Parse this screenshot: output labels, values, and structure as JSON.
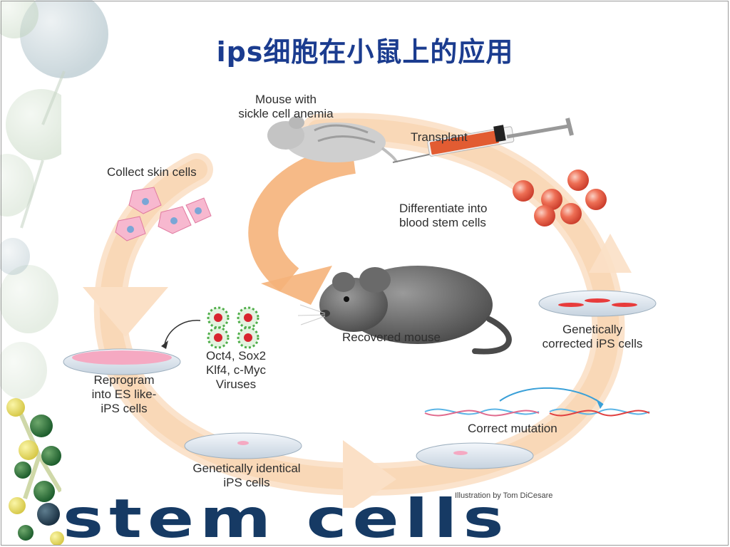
{
  "slide": {
    "title": "ips细胞在小鼠上的应用",
    "footer_word": "stem cells"
  },
  "diagram": {
    "labels": {
      "mouse_sickle": [
        "Mouse with",
        "sickle cell anemia"
      ],
      "transplant": "Transplant",
      "collect_skin": "Collect skin cells",
      "differentiate": [
        "Differentiate into",
        "blood stem cells"
      ],
      "recovered": "Recovered mouse",
      "corrected": [
        "Genetically",
        "corrected iPS cells"
      ],
      "factors": [
        "Oct4, Sox2",
        "Klf4, c-Myc",
        "Viruses"
      ],
      "reprogram": [
        "Reprogram",
        "into ES like-",
        "iPS cells"
      ],
      "correct_mutation": "Correct mutation",
      "identical": [
        "Genetically identical",
        "iPS cells"
      ],
      "credit": "Illustration by Tom DiCesare"
    },
    "colors": {
      "cycle_arrow": "#f7c797",
      "inner_arrow": "#f5b27a",
      "title": "#1b3c8f",
      "footer": "#163a64",
      "blood_cell": "#e8553e",
      "skin_cell": "#f4a8c4"
    }
  }
}
